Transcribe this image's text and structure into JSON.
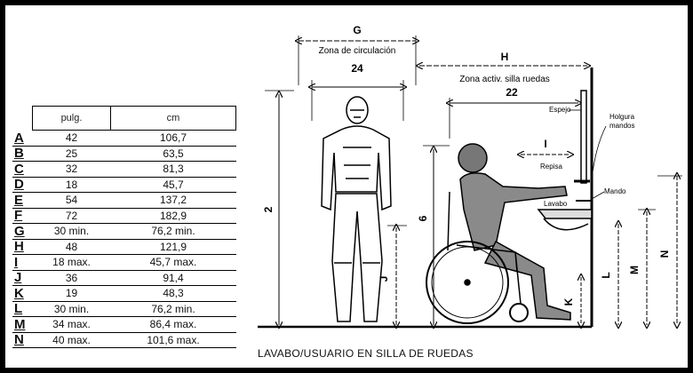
{
  "table": {
    "headers": {
      "inch": "pulg.",
      "cm": "cm"
    },
    "rows": [
      {
        "letter": "A",
        "in": "42",
        "cm": "106,7"
      },
      {
        "letter": "B",
        "in": "25",
        "cm": "63,5"
      },
      {
        "letter": "C",
        "in": "32",
        "cm": "81,3"
      },
      {
        "letter": "D",
        "in": "18",
        "cm": "45,7"
      },
      {
        "letter": "E",
        "in": "54",
        "cm": "137,2"
      },
      {
        "letter": "F",
        "in": "72",
        "cm": "182,9"
      },
      {
        "letter": "G",
        "in": "30 min.",
        "cm": "76,2 min."
      },
      {
        "letter": "H",
        "in": "48",
        "cm": "121,9"
      },
      {
        "letter": "I",
        "in": "18 max.",
        "cm": "45,7 max."
      },
      {
        "letter": "J",
        "in": "36",
        "cm": "91,4"
      },
      {
        "letter": "K",
        "in": "19",
        "cm": "48,3"
      },
      {
        "letter": "L",
        "in": "30 min.",
        "cm": "76,2 min."
      },
      {
        "letter": "M",
        "in": "34 max.",
        "cm": "86,4 max."
      },
      {
        "letter": "N",
        "in": "40 max.",
        "cm": "101,6 max."
      }
    ]
  },
  "diagram": {
    "g_letter": "G",
    "g_zone": "Zona de circulación",
    "g_value": "24",
    "h_letter": "H",
    "h_zone": "Zona activ. silla ruedas",
    "h_value": "22",
    "i_letter": "I",
    "side_2": "2",
    "side_6": "6",
    "j_letter": "J",
    "k_letter": "K",
    "l_letter": "L",
    "m_letter": "M",
    "n_letter": "N",
    "espejo": "Espejo",
    "holgura": "Holgura",
    "mandos": "mandos",
    "repisa": "Repisa",
    "lavabo": "Lavabo",
    "mando": "Mando"
  },
  "caption": "LAVABO/USUARIO EN SILLA DE RUEDAS"
}
